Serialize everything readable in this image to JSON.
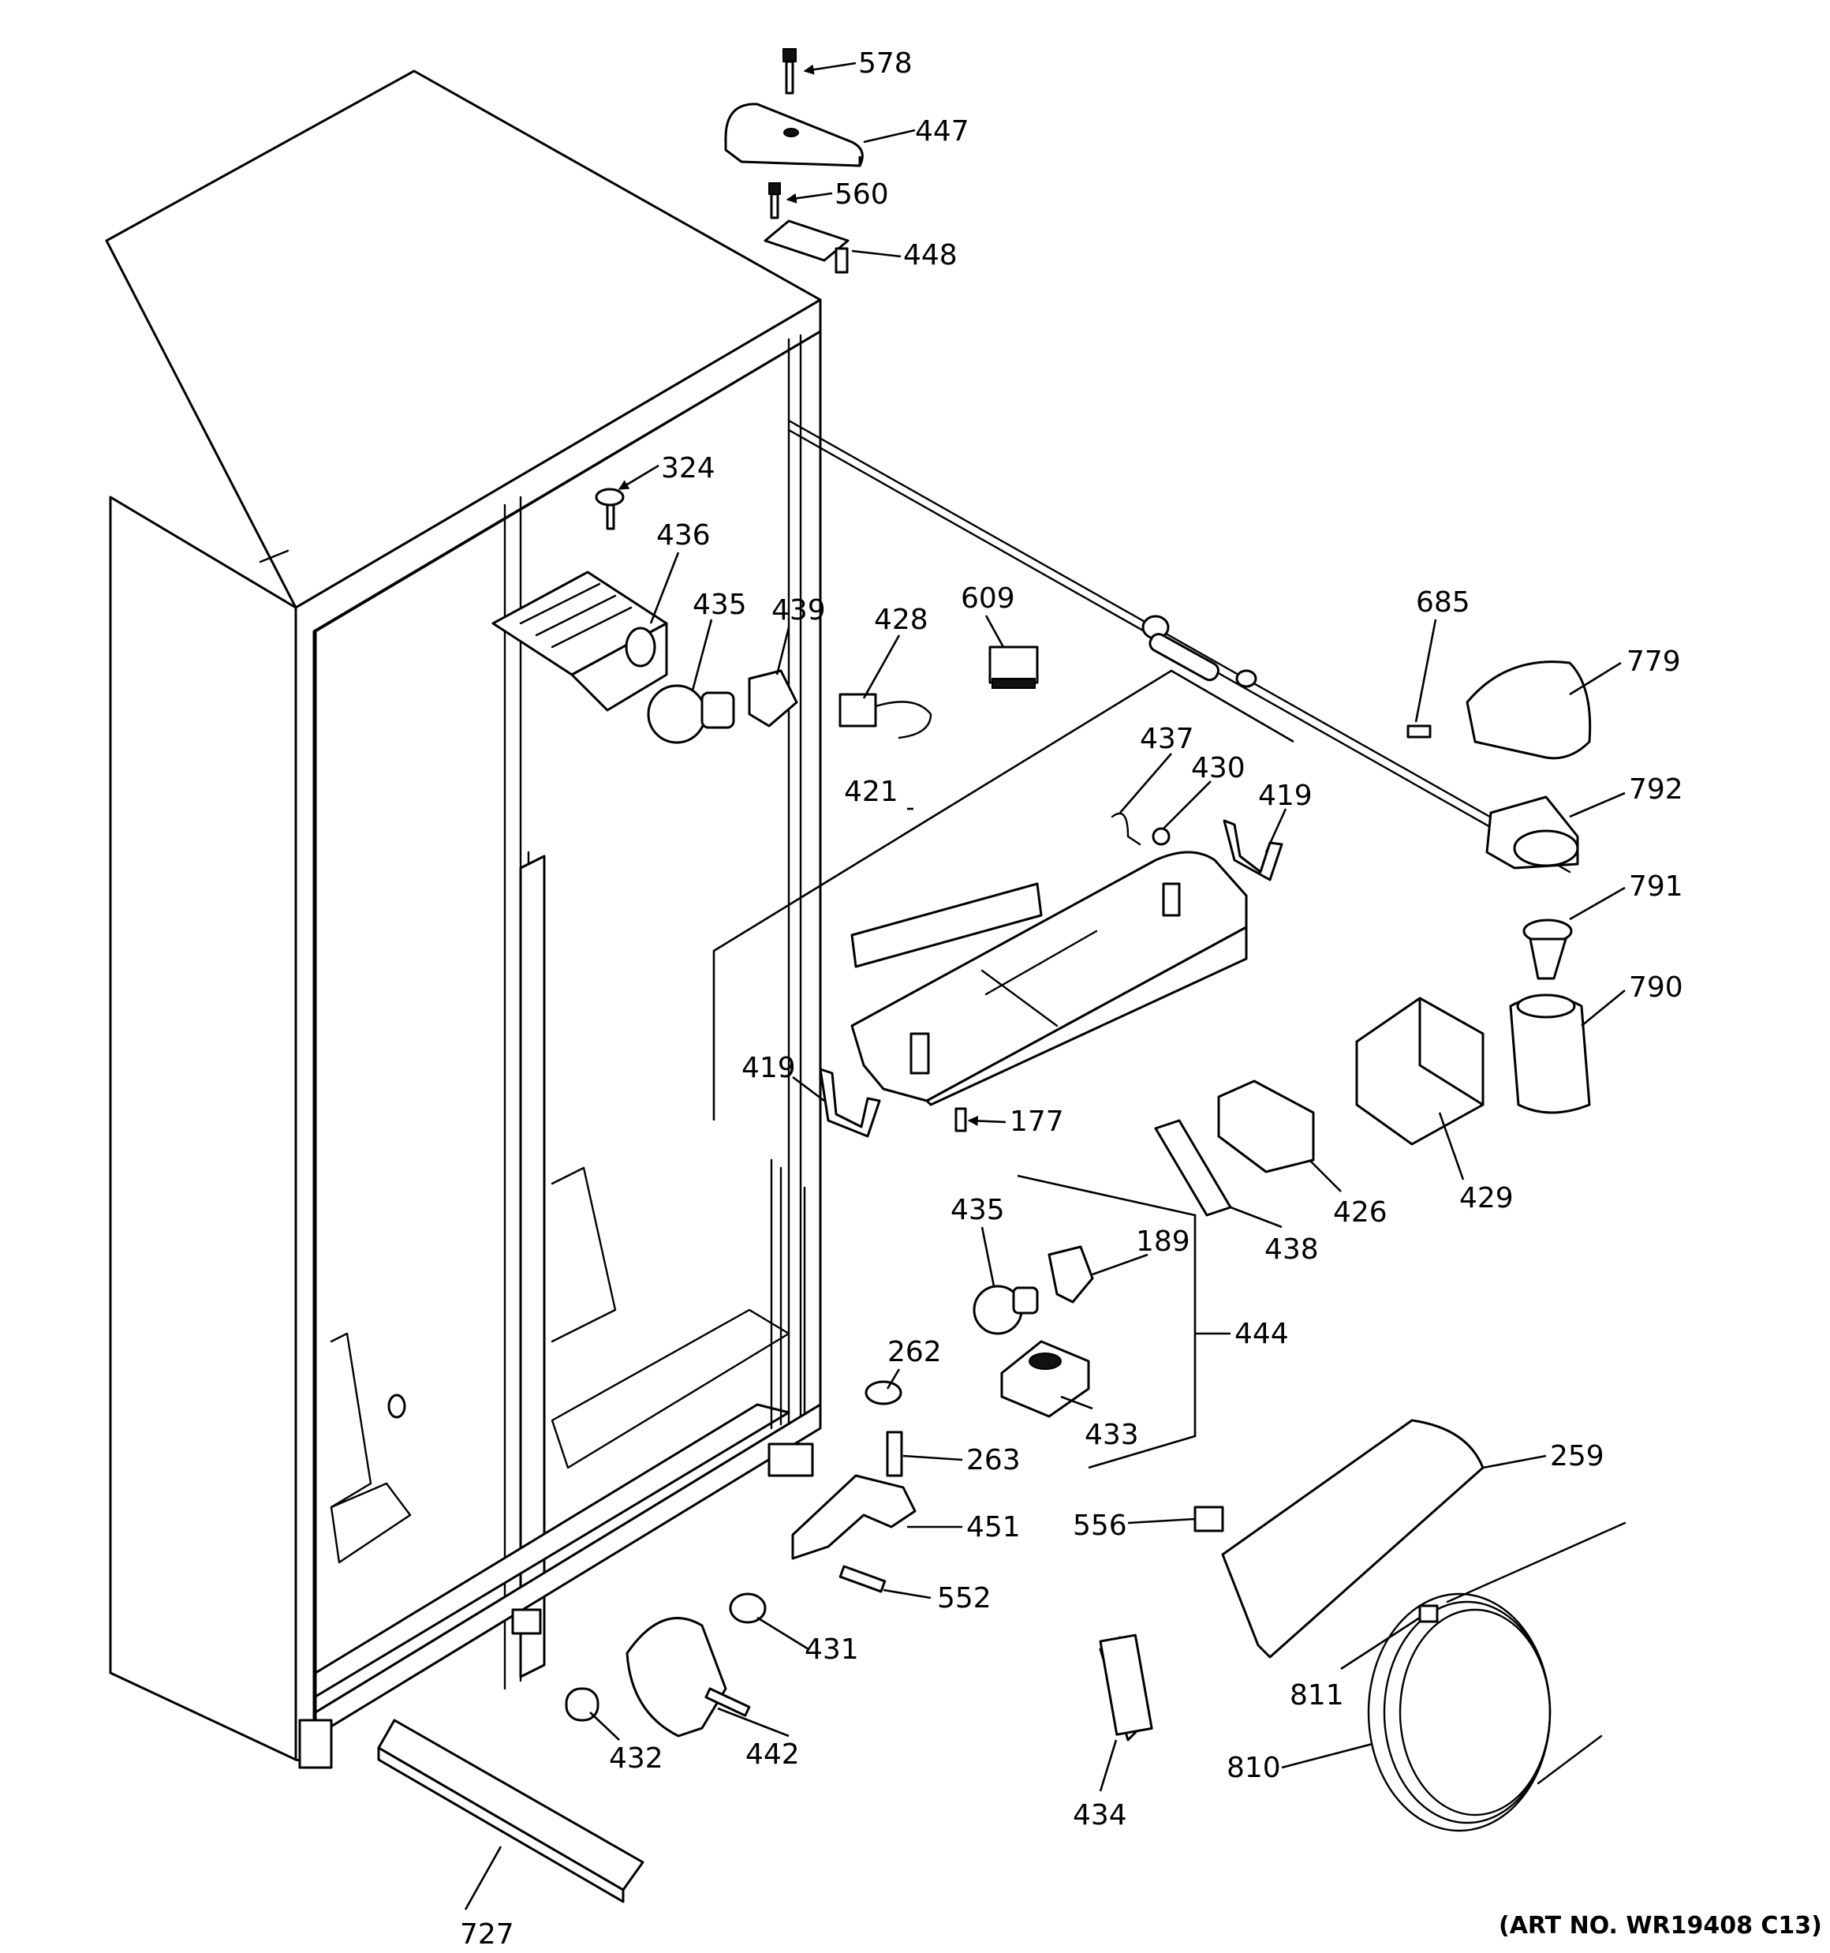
{
  "art_number": "(ART NO. WR19408 C13)",
  "callouts": [
    "578",
    "447",
    "560",
    "448",
    "324",
    "436",
    "435",
    "439",
    "428",
    "609",
    "685",
    "779",
    "792",
    "421",
    "437",
    "430",
    "419",
    "791",
    "790",
    "419",
    "177",
    "429",
    "426",
    "438",
    "435",
    "189",
    "444",
    "262",
    "263",
    "433",
    "451",
    "259",
    "556",
    "552",
    "431",
    "811",
    "442",
    "432",
    "434",
    "810",
    "727"
  ]
}
